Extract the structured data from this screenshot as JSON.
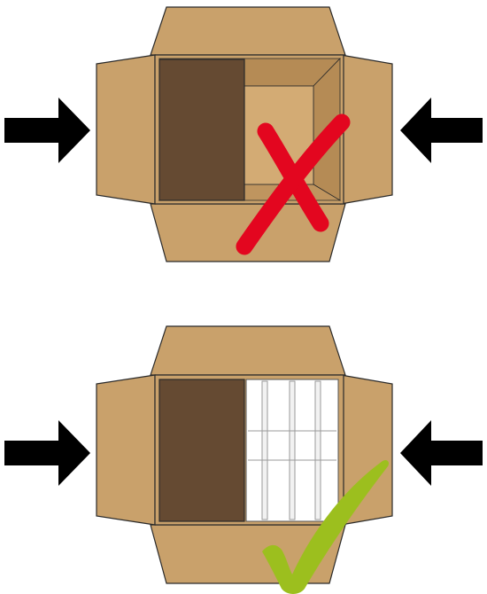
{
  "colors": {
    "cardboard": "#c9a16b",
    "cardboard_dark": "#b28752",
    "box_interior": "#d8b27a",
    "box_side_shade": "#b58b55",
    "dark_block": "#654a32",
    "outline": "#2a2a2a",
    "arrow": "#000000",
    "cross": "#e3061f",
    "check": "#9cbf1e",
    "insert": "#ffffff"
  },
  "panels": [
    {
      "name": "incorrect-packing",
      "verdict": "wrong",
      "verdict_icon": "red-cross-icon",
      "has_divider_insert": false
    },
    {
      "name": "correct-packing",
      "verdict": "right",
      "verdict_icon": "green-check-icon",
      "has_divider_insert": true
    }
  ],
  "arrows": {
    "left_icon": "arrow-right-icon",
    "right_icon": "arrow-left-icon"
  }
}
